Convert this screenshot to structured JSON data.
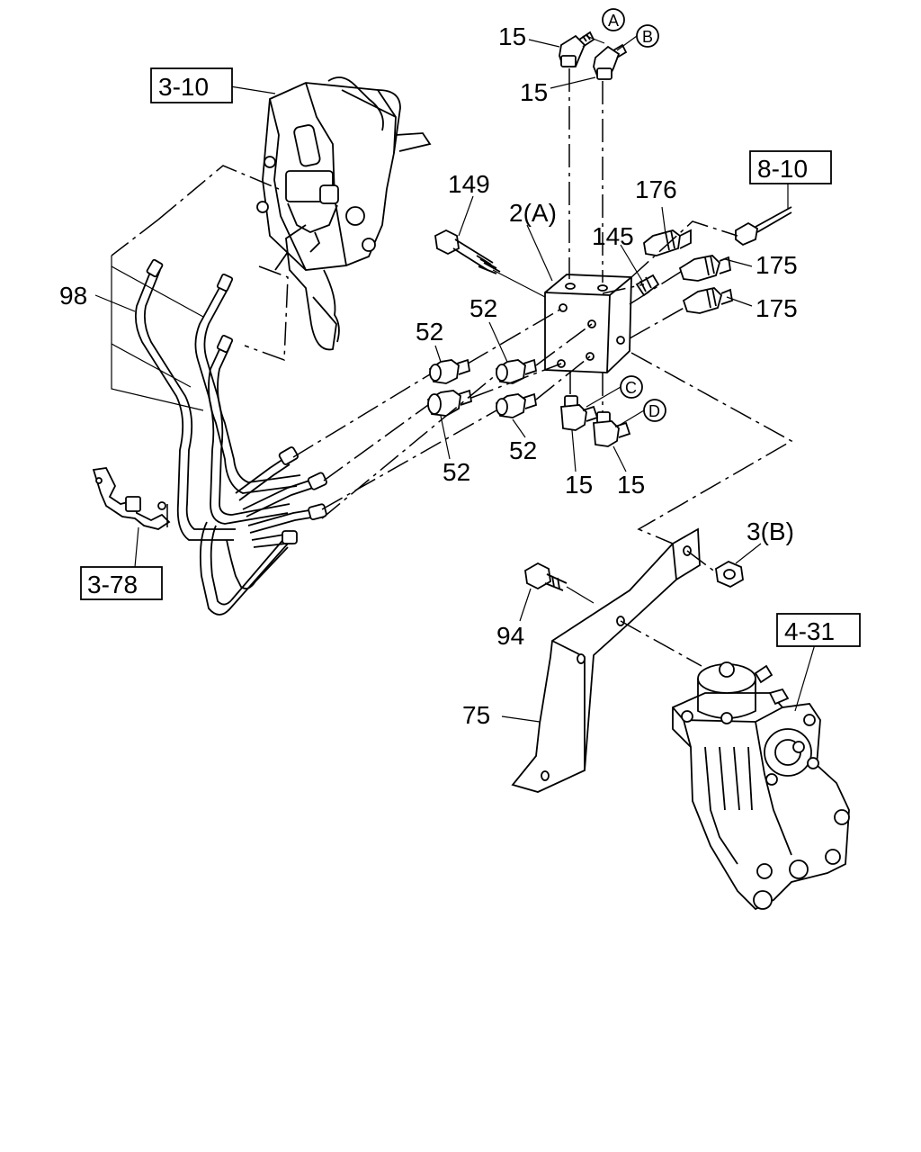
{
  "references": [
    {
      "id": "ref-3-10",
      "text": "3-10"
    },
    {
      "id": "ref-8-10",
      "text": "8-10"
    },
    {
      "id": "ref-3-78",
      "text": "3-78"
    },
    {
      "id": "ref-4-31",
      "text": "4-31"
    }
  ],
  "labels": {
    "p15a": "15",
    "p15b": "15",
    "p15c": "15",
    "p15d": "15",
    "p149": "149",
    "p2a": "2(A)",
    "p176": "176",
    "p145": "145",
    "p175a": "175",
    "p175b": "175",
    "p98": "98",
    "p52a": "52",
    "p52b": "52",
    "p52c": "52",
    "p52d": "52",
    "p3b": "3(B)",
    "p94": "94",
    "p75": "75"
  },
  "circled": {
    "A": "A",
    "B": "B",
    "C": "C",
    "D": "D"
  }
}
